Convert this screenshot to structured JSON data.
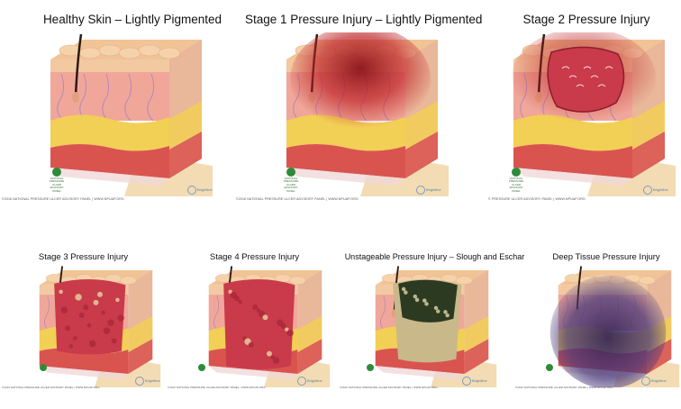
{
  "panels": [
    {
      "title": "Healthy Skin – Lightly Pigmented",
      "credit": "©2016 NATIONAL PRESSURE ULCER ADVISORY PANEL  |  WWW.NPUAP.ORG",
      "brand": "Brightline"
    },
    {
      "title": "Stage 1  Pressure Injury – Lightly Pigmented",
      "credit": "©2016 NATIONAL PRESSURE ULCER ADVISORY PANEL  |  WWW.NPUAP.ORG",
      "brand": "Brightline"
    },
    {
      "title": "Stage 2 Pressure Injury",
      "credit": "© PRESSURE ULCER ADVISORY PANEL  |  WWW.NPUAP.ORG",
      "brand": "Brightline"
    },
    {
      "title": "Stage 3 Pressure Injury",
      "credit": "©2016 NATIONAL PRESSURE ULCER ADVISORY PANEL  |  WWW.NPUAP.ORG",
      "brand": "Brightline"
    },
    {
      "title": "Stage 4 Pressure Injury",
      "credit": "©2016 NATIONAL PRESSURE ULCER ADVISORY PANEL  |  WWW.NPUAP.ORG",
      "brand": "Brightline"
    },
    {
      "title": "Unstageable Pressure Injury – Slough and Eschar",
      "credit": "©2016 NATIONAL PRESSURE ULCER ADVISORY PANEL  |  WWW.NPUAP.ORG",
      "brand": "Brightline"
    },
    {
      "title": "Deep Tissue Pressure Injury",
      "credit": "©2016 NATIONAL PRESSURE ULCER ADVISORY PANEL  |  WWW.NPUAP.ORG",
      "brand": "Brightline"
    }
  ],
  "logo_text": "NATIONAL\nPRESSURE\nULCER\nADVISORY\nPANEL",
  "colors": {
    "epidermis": "#f3c9a2",
    "dermis": "#f0a79a",
    "fat": "#f2cf55",
    "muscle": "#d9544f",
    "bone": "#f3dcb4",
    "erythema": "#c0262a",
    "wound_bed": "#c93a4a",
    "eschar": "#2c3a22",
    "deep_bruise": "#4a3a7a",
    "npuap_green": "#2e8b3a",
    "brand_blue": "#5a7fa6"
  }
}
